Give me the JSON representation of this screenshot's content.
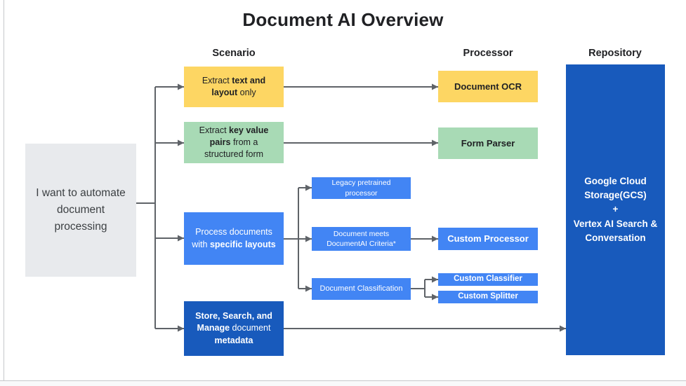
{
  "title": "Document AI Overview",
  "columns": {
    "scenario": "Scenario",
    "processor": "Processor",
    "repository": "Repository"
  },
  "start_box": {
    "rich": [
      "I want to automate",
      "document",
      "processing"
    ]
  },
  "scenario_boxes": {
    "extract_text": {
      "rich": [
        [
          {
            "t": "Extract ",
            "b": false
          },
          {
            "t": "text and",
            "b": true
          }
        ],
        [
          {
            "t": "layout",
            "b": true
          },
          {
            "t": " only",
            "b": false
          }
        ]
      ]
    },
    "extract_pairs": {
      "rich": [
        [
          {
            "t": "Extract ",
            "b": false
          },
          {
            "t": "key value",
            "b": true
          }
        ],
        [
          {
            "t": "pairs",
            "b": true
          },
          {
            "t": " from a",
            "b": false
          }
        ],
        [
          {
            "t": "structured form",
            "b": false
          }
        ]
      ]
    },
    "specific_layouts": {
      "rich": [
        [
          {
            "t": "Process documents",
            "b": false
          }
        ],
        [
          {
            "t": "with ",
            "b": false
          },
          {
            "t": "specific layouts",
            "b": true
          }
        ]
      ]
    },
    "store_search": {
      "rich": [
        [
          {
            "t": "Store, Search, and",
            "b": true
          }
        ],
        [
          {
            "t": "Manage",
            "b": true
          },
          {
            "t": " document",
            "b": false
          }
        ],
        [
          {
            "t": "metadata",
            "b": true
          }
        ]
      ]
    }
  },
  "branch_boxes": {
    "legacy": {
      "rich": [
        "Legacy pretrained",
        "processor"
      ]
    },
    "criteria": {
      "rich": [
        "Document meets",
        "DocumentAI Criteria*"
      ]
    },
    "classification": {
      "label": "Document Classification"
    }
  },
  "processor_boxes": {
    "document_ocr": {
      "label": "Document OCR"
    },
    "form_parser": {
      "label": "Form Parser"
    },
    "custom_processor": {
      "label": "Custom Processor"
    },
    "custom_classifier": {
      "label": "Custom Classifier"
    },
    "custom_splitter": {
      "label": "Custom Splitter"
    }
  },
  "repository_box": {
    "rich": [
      "Google Cloud",
      "Storage(GCS)",
      "+",
      "Vertex AI Search &",
      "Conversation"
    ]
  },
  "colors": {
    "scenario_yellow": "#FDD663",
    "scenario_green": "#A8DAB5",
    "bright_blue": "#4285F4",
    "dark_blue": "#185ABC",
    "start_gray": "#E8EAED",
    "arrow_gray": "#5F6368",
    "text_dark": "#202124"
  }
}
